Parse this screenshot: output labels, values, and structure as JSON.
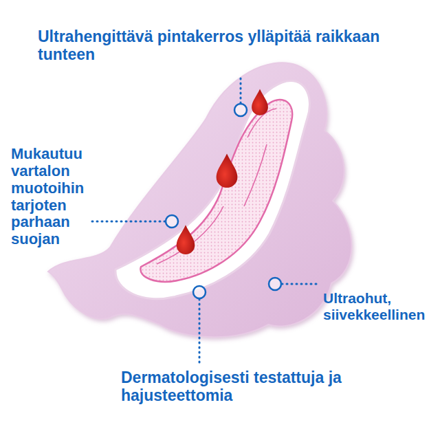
{
  "diagram": {
    "labels": [
      "Ultrahengittävä pintakerros ylläpitää raikkaan tunteen",
      "Mukautuu vartalon muotoihin tarjoten parhaan suojan",
      "Ultraohut, siivekkeellinen",
      "Dermatologisesti testattuja ja hajusteettomia"
    ]
  }
}
